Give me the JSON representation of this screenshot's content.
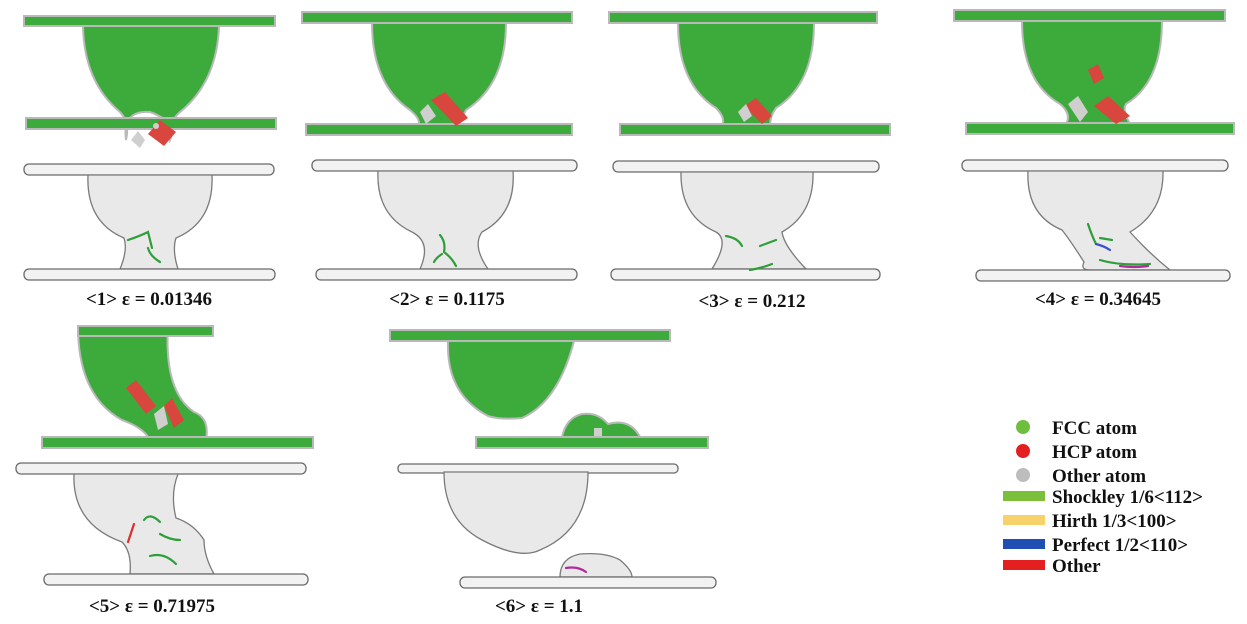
{
  "panels": [
    {
      "caption": "<1> ε = 0.01346"
    },
    {
      "caption": "<2> ε = 0.1175"
    },
    {
      "caption": "<3> ε = 0.212"
    },
    {
      "caption": "<4> ε = 0.34645"
    },
    {
      "caption": "<5> ε = 0.71975"
    },
    {
      "caption": "<6> ε = 1.1"
    }
  ],
  "legend": {
    "items": [
      {
        "label": "FCC atom",
        "color": "#6fbf3e",
        "marker": "dot"
      },
      {
        "label": "HCP atom",
        "color": "#e31f1f",
        "marker": "dot"
      },
      {
        "label": "Other atom",
        "color": "#bdbdbd",
        "marker": "dot"
      },
      {
        "label": "Shockley 1/6<112>",
        "color": "#7cbf3a",
        "marker": "bar"
      },
      {
        "label": "Hirth 1/3<100>",
        "color": "#f7d26a",
        "marker": "bar"
      },
      {
        "label": "Perfect 1/2<110>",
        "color": "#1f4fb3",
        "marker": "bar"
      },
      {
        "label": "Other",
        "color": "#e31f1f",
        "marker": "bar"
      }
    ]
  }
}
